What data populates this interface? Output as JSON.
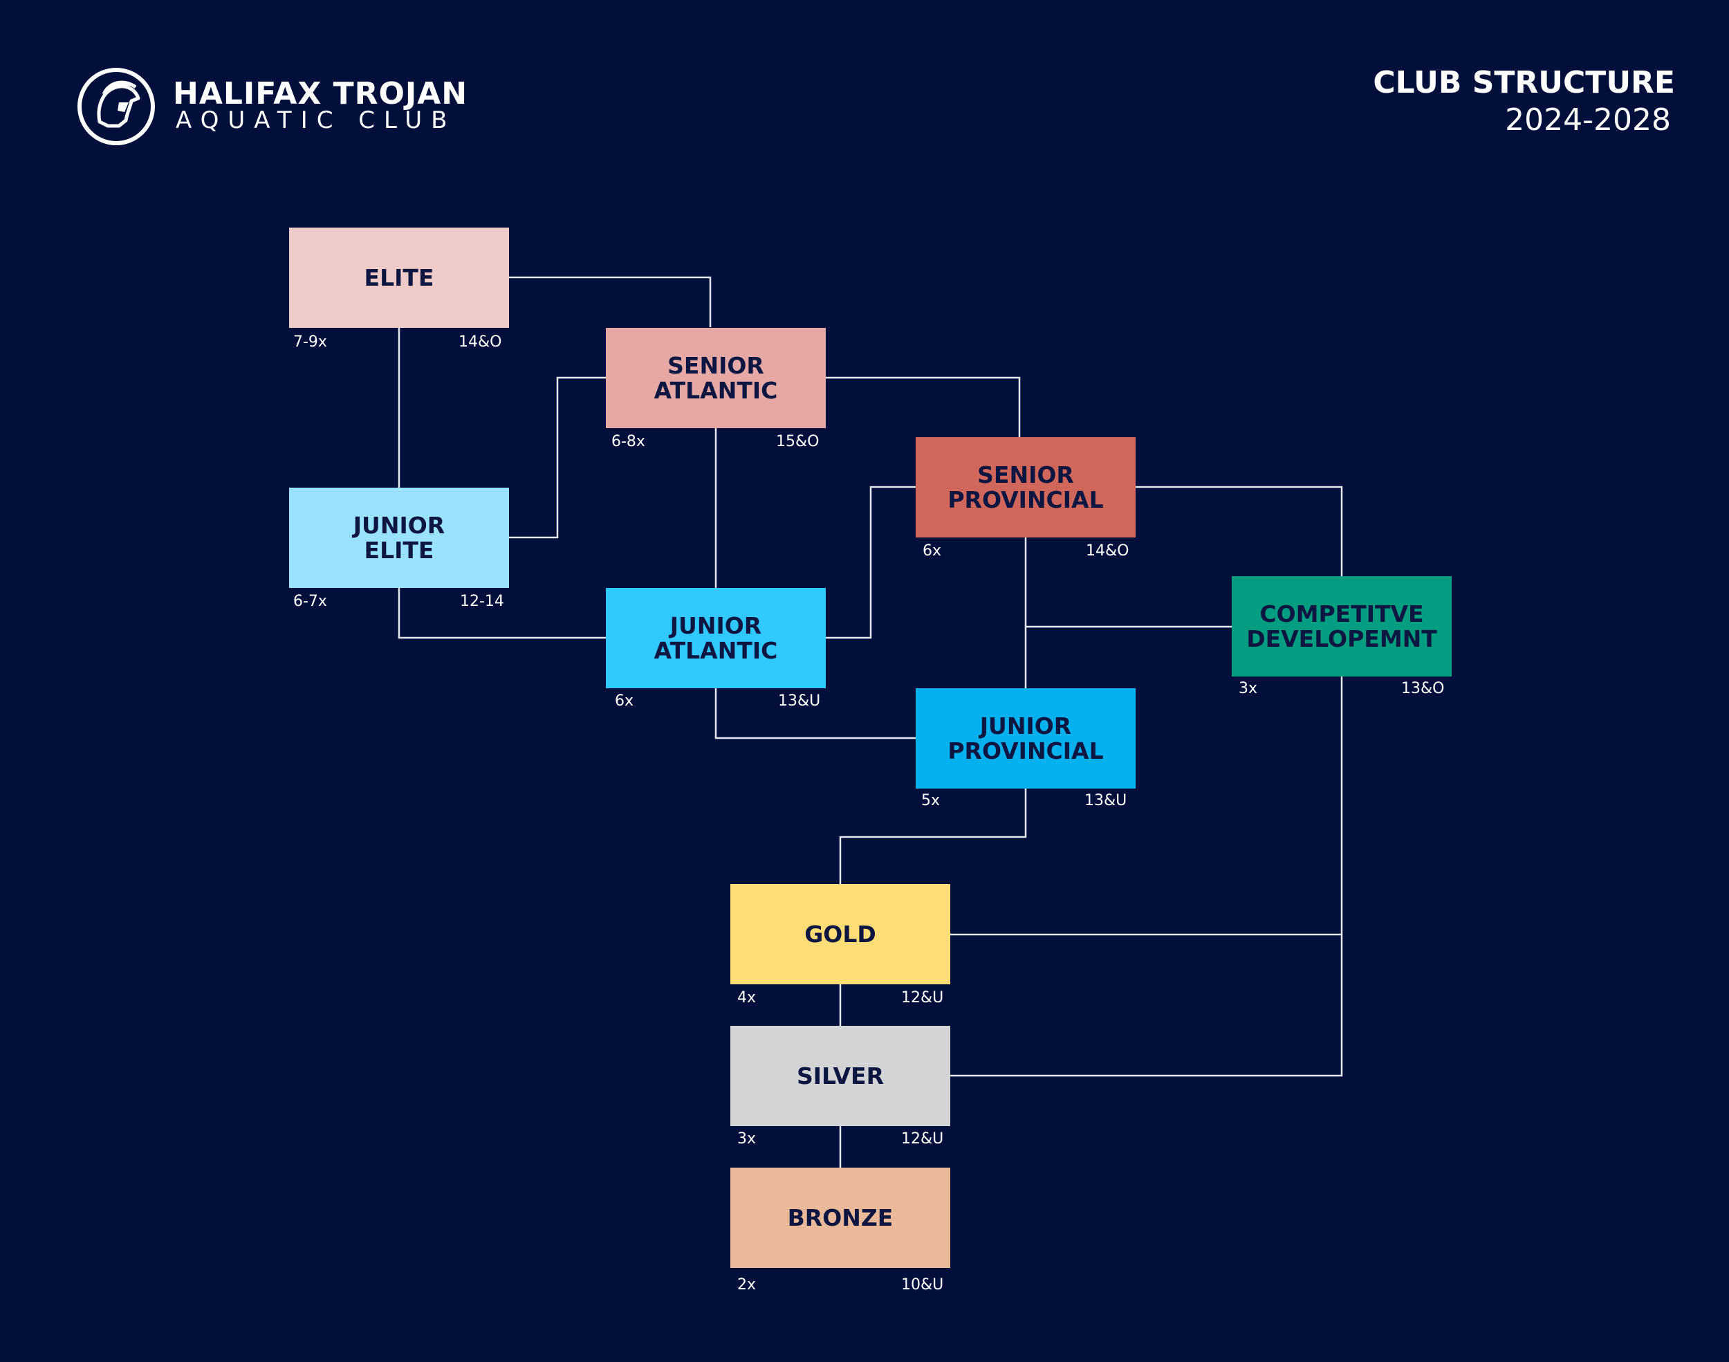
{
  "header": {
    "brand_line1": "HALIFAX TROJAN",
    "brand_line2": "AQUATIC CLUB",
    "logo_icon": "trojan-helmet-icon",
    "title": "CLUB STRUCTURE",
    "subtitle": "2024-2028"
  },
  "colors": {
    "background": "#010f3a",
    "connector": "#e6e8f0",
    "label_text": "#0d1640"
  },
  "groups": [
    {
      "id": "elite",
      "label": "ELITE",
      "frequency": "7-9x",
      "age": "14&O",
      "color": "#eecac9"
    },
    {
      "id": "senior-atlantic",
      "label": "SENIOR\nATLANTIC",
      "frequency": "6-8x",
      "age": "15&O",
      "color": "#e5a8a5"
    },
    {
      "id": "senior-provincial",
      "label": "SENIOR\nPROVINCIAL",
      "frequency": "6x",
      "age": "14&O",
      "color": "#d1665b"
    },
    {
      "id": "junior-elite",
      "label": "JUNIOR\nELITE",
      "frequency": "6-7x",
      "age": "12-14",
      "color": "#9ae3ff"
    },
    {
      "id": "junior-atlantic",
      "label": "JUNIOR\nATLANTIC",
      "frequency": "6x",
      "age": "13&U",
      "color": "#31c9ff"
    },
    {
      "id": "competitive-development",
      "label": "COMPETITVE\nDEVELOPEMNT",
      "frequency": "3x",
      "age": "13&O",
      "color": "#039d81"
    },
    {
      "id": "junior-provincial",
      "label": "JUNIOR\nPROVINCIAL",
      "frequency": "5x",
      "age": "13&U",
      "color": "#02b1ee"
    },
    {
      "id": "gold",
      "label": "GOLD",
      "frequency": "4x",
      "age": "12&U",
      "color": "#fedd76"
    },
    {
      "id": "silver",
      "label": "SILVER",
      "frequency": "3x",
      "age": "12&U",
      "color": "#d3d4d6"
    },
    {
      "id": "bronze",
      "label": "BRONZE",
      "frequency": "2x",
      "age": "10&U",
      "color": "#eab99a"
    }
  ]
}
